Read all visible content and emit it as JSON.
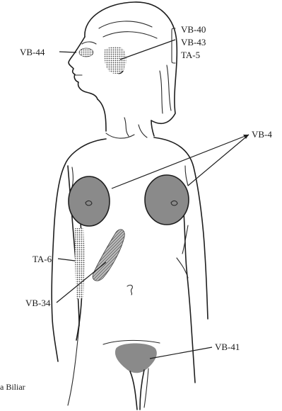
{
  "colors": {
    "ink": "#1e1e1e",
    "zone_fill": "#8a8a8a",
    "paper": "#ffffff"
  },
  "labels": {
    "vb44": "VB-44",
    "vb40": "VB-40",
    "vb43": "VB-43",
    "ta5": "TA-5",
    "vb4": "VB-4",
    "ta6": "TA-6",
    "vb34": "VB-34",
    "vb41": "VB-41"
  },
  "caption": "a Biliar"
}
